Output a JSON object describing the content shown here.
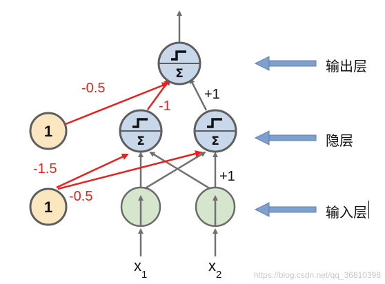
{
  "network": {
    "bias_label": "1",
    "sum_symbol": "Σ",
    "input_labels": {
      "x1_base": "x",
      "x1_sub": "1",
      "x2_base": "x",
      "x2_sub": "2"
    },
    "weights": {
      "bias_to_output": "-0.5",
      "hidden1_to_output": "-1",
      "hidden2_to_output": "+1",
      "bias_to_hidden1": "-1.5",
      "bias_to_hidden2": "-0.5",
      "input_to_hidden2": "+1"
    }
  },
  "labels": {
    "output_layer": "输出层",
    "hidden_layer": "隐层",
    "input_layer": "输入层"
  },
  "watermark": "https://blog.csdn.net/qq_36810398",
  "colors": {
    "neuron_fill": "#c9d7ea",
    "bias_fill": "#fbe7bf",
    "input_fill": "#d6e6cc",
    "neuron_stroke": "#5e5e5e",
    "red_edge": "#e8211c",
    "gray_edge": "#707070",
    "arrow_blue": "#7f9fcf"
  }
}
